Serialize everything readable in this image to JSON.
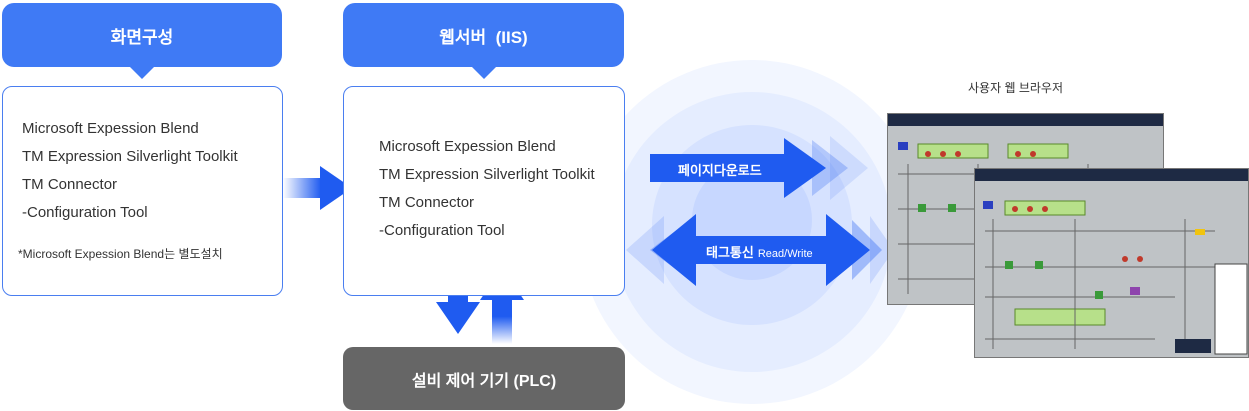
{
  "left_column": {
    "header": "화면구성",
    "lines": [
      "Microsoft Expession Blend",
      "TM Expression Silverlight Toolkit",
      "TM Connector",
      "-Configuration Tool"
    ],
    "note": "*Microsoft Expession Blend는 별도설치"
  },
  "middle_column": {
    "header": "웹서버  (IIS)",
    "lines": [
      "Microsoft Expession Blend",
      "TM Expression Silverlight Toolkit",
      "TM Connector",
      "-Configuration Tool"
    ]
  },
  "plc": {
    "label": "설비 제어 기기 (PLC)"
  },
  "arrows": {
    "page_download": "페이지다운로드",
    "tag_comm": "태그통신",
    "tag_comm_sub": "Read/Write"
  },
  "browser": {
    "label": "사용자 웹 브라우저"
  },
  "colors": {
    "primary": "#3f7af5",
    "arrow": "#1f5bf0",
    "plc": "#666666",
    "glow": "#e8efff"
  }
}
